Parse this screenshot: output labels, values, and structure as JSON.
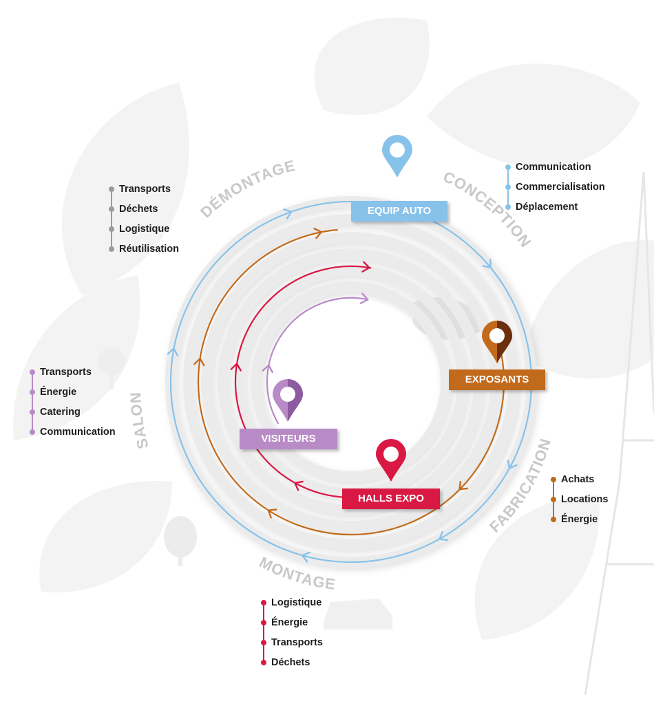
{
  "colors": {
    "blue": "#87c2ea",
    "orange": "#c26a1b",
    "red": "#d91843",
    "purple": "#b88ac6",
    "grey": "#9b9b9b",
    "stage_label": "#c8c8c8",
    "background_art": "#f3f3f3"
  },
  "stages": {
    "demontage": "DÉMONTAGE",
    "conception": "CONCEPTION",
    "fabrication": "FABRICATION",
    "montage": "MONTAGE",
    "salon": "SALON"
  },
  "badges": {
    "equip_auto": "EQUIP AUTO",
    "exposants": "EXPOSANTS",
    "halls_expo": "HALLS EXPO",
    "visiteurs": "VISITEURS"
  },
  "lists": {
    "demontage": [
      "Transports",
      "Déchets",
      "Logistique",
      "Réutilisation"
    ],
    "conception": [
      "Communication",
      "Commercialisation",
      "Déplacement"
    ],
    "salon": [
      "Transports",
      "Énergie",
      "Catering",
      "Communication"
    ],
    "fabrication": [
      "Achats",
      "Locations",
      "Énergie"
    ],
    "montage": [
      "Logistique",
      "Énergie",
      "Transports",
      "Déchets"
    ]
  },
  "icons": {
    "pin": "map-pin-icon",
    "tree": "tree-icon",
    "leaf": "leaf-icon",
    "tower": "eiffel-tower-icon",
    "car": "car-icon"
  }
}
